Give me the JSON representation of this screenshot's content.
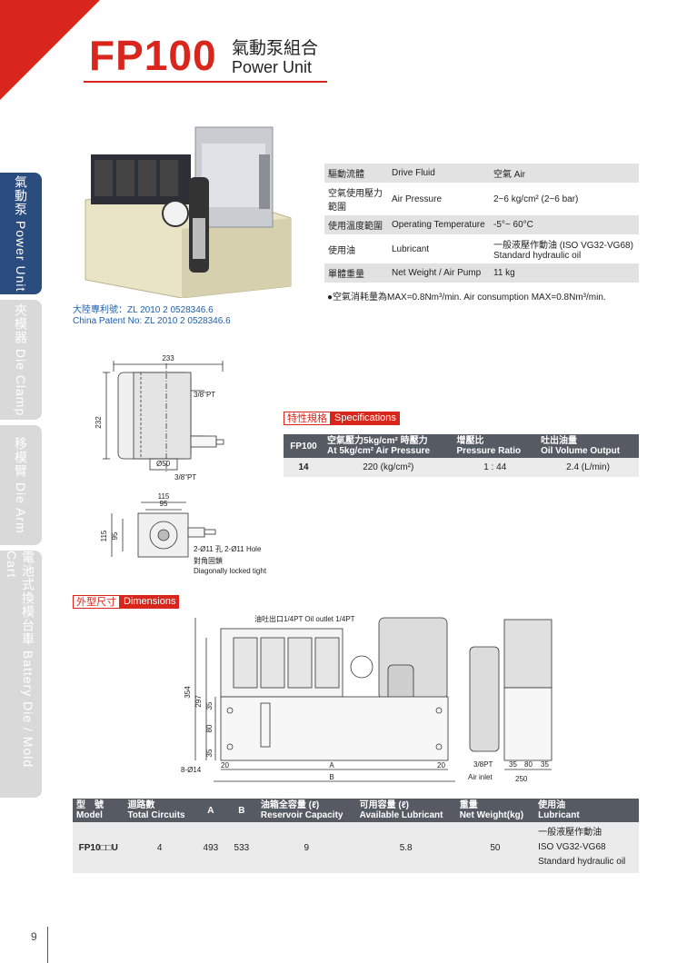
{
  "header": {
    "model": "FP100",
    "title_zh": "氣動泵組合",
    "title_en": "Power Unit"
  },
  "side_tabs": [
    {
      "label": "氣動泵 Power Unit",
      "active": true
    },
    {
      "label": "夾模器 Die Clamp",
      "active": false
    },
    {
      "label": "移模臂 Die Arm",
      "active": false
    },
    {
      "label": "電池式換模台車 Battery Die / Mold Cart",
      "active": false
    }
  ],
  "patent": {
    "zh": "大陸專利號：ZL 2010 2 0528346.6",
    "en": "China Patent No: ZL 2010 2 0528346.6"
  },
  "spec_list": [
    {
      "zh": "驅動流體",
      "en": "Drive Fluid",
      "value": "空氣 Air"
    },
    {
      "zh": "空氣使用壓力範圍",
      "en": "Air Pressure",
      "value": "2~6 kg/cm² (2~6 bar)"
    },
    {
      "zh": "使用溫度範圍",
      "en": "Operating Temperature",
      "value": "-5°~ 60°C"
    },
    {
      "zh": "使用油",
      "en": "Lubricant",
      "value": "一般液壓作動油 (ISO VG32-VG68)",
      "value2": "Standard hydraulic oil"
    },
    {
      "zh": "單體重量",
      "en": "Net Weight / Air Pump",
      "value": "11 kg"
    }
  ],
  "air_note": "●空氣消耗量為MAX=0.8Nm³/min.  Air consumption MAX=0.8Nm³/min.",
  "specs_label": {
    "zh": "特性規格",
    "en": "Specifications"
  },
  "specs_table": {
    "headers": [
      {
        "l1": "",
        "l2": "FP100"
      },
      {
        "l1": "空氣壓力5kg/cm² 時壓力",
        "l2": "At 5kg/cm² Air Pressure"
      },
      {
        "l1": "增壓比",
        "l2": "Pressure Ratio"
      },
      {
        "l1": "吐出油量",
        "l2": "Oil Volume Output"
      }
    ],
    "row": [
      "14",
      "220 (kg/cm²)",
      "1 : 44",
      "2.4 (L/min)"
    ]
  },
  "dims_label": {
    "zh": "外型尺寸",
    "en": "Dimensions"
  },
  "drawing1": {
    "d233": "233",
    "pt1": "3/8\"PT",
    "d232": "232",
    "phi50": "Ø50",
    "pt2": "3/8\"PT",
    "d115": "115",
    "d95": "95",
    "v115": "115",
    "v95": "95",
    "hole": "2-Ø11 孔  2-Ø11 Hole",
    "lock_zh": "對角固鎖",
    "lock_en": "Diagonally locked tight"
  },
  "drawing2": {
    "outlet": "油吐出口1/4PT Oil outlet 1/4PT",
    "d354": "354",
    "d297": "297",
    "d35a": "35",
    "d80": "80",
    "d35b": "35",
    "holes": "8-Ø14",
    "d20a": "20",
    "dA": "A",
    "d20b": "20",
    "dB": "B",
    "pt": "3/8PT",
    "inlet": "Air inlet",
    "r35a": "35",
    "r80": "80",
    "r35b": "35",
    "r250": "250"
  },
  "model_table": {
    "headers": [
      {
        "l1": "型　號",
        "l2": "Model"
      },
      {
        "l1": "迴路數",
        "l2": "Total Circuits"
      },
      {
        "l1": "",
        "l2": "A"
      },
      {
        "l1": "",
        "l2": "B"
      },
      {
        "l1": "油箱全容量 (ℓ)",
        "l2": "Reservoir Capacity"
      },
      {
        "l1": "可用容量 (ℓ)",
        "l2": "Available Lubricant"
      },
      {
        "l1": "重量",
        "l2": "Net Weight(kg)"
      },
      {
        "l1": "使用油",
        "l2": "Lubricant"
      }
    ],
    "row": [
      "FP10□□U",
      "4",
      "493",
      "533",
      "9",
      "5.8",
      "50"
    ],
    "lubricant": [
      "一般液壓作動油",
      "ISO VG32-VG68",
      "Standard hydraulic oil"
    ]
  },
  "page_number": "9"
}
